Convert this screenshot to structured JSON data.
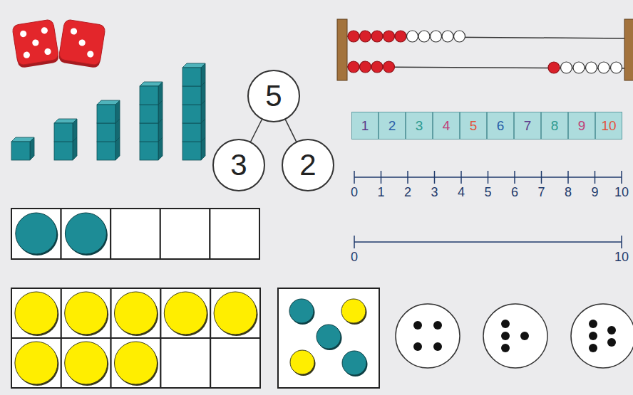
{
  "diagram": {
    "nodes": [
      {
        "text": [
          "5"
        ]
      },
      {
        "text": [
          "3"
        ]
      },
      {
        "text": [
          "2"
        ]
      },
      {
        "text": [
          "1"
        ]
      },
      {
        "text": [
          "2"
        ]
      },
      {
        "text": [
          "3"
        ]
      },
      {
        "text": [
          "4"
        ]
      },
      {
        "text": [
          "5"
        ]
      },
      {
        "text": [
          "6"
        ]
      },
      {
        "text": [
          "7"
        ]
      },
      {
        "text": [
          "8"
        ]
      },
      {
        "text": [
          "9"
        ]
      },
      {
        "text": [
          "10"
        ]
      }
    ],
    "edges": [
      {
        "from": 0,
        "to": 1,
        "arrow": "none"
      },
      {
        "from": 0,
        "to": 2,
        "arrow": "none"
      }
    ],
    "labels": [
      "0",
      "1",
      "2",
      "3",
      "4",
      "5",
      "6",
      "7",
      "8",
      "9",
      "10",
      "0",
      "10"
    ]
  }
}
